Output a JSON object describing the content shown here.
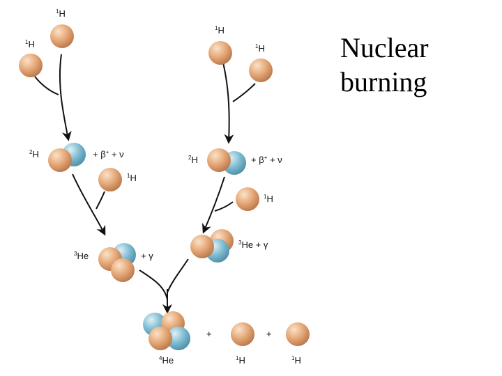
{
  "title": {
    "line1": "Nuclear",
    "line2": "burning"
  },
  "labels": {
    "h1": "H",
    "h2": "H",
    "he3": "He",
    "he3_gamma": "He + γ",
    "he4": "He",
    "beta_nu": "+ β",
    "beta_nu_tail": " + ν",
    "plus_gamma": "+ γ",
    "plus": "+",
    "sup1": "1",
    "sup2": "2",
    "sup3": "3",
    "sup4": "4",
    "supplus": "+"
  },
  "colors": {
    "proton": "#e0a070",
    "neutron": "#6fb2c8",
    "arrow": "#111111"
  }
}
